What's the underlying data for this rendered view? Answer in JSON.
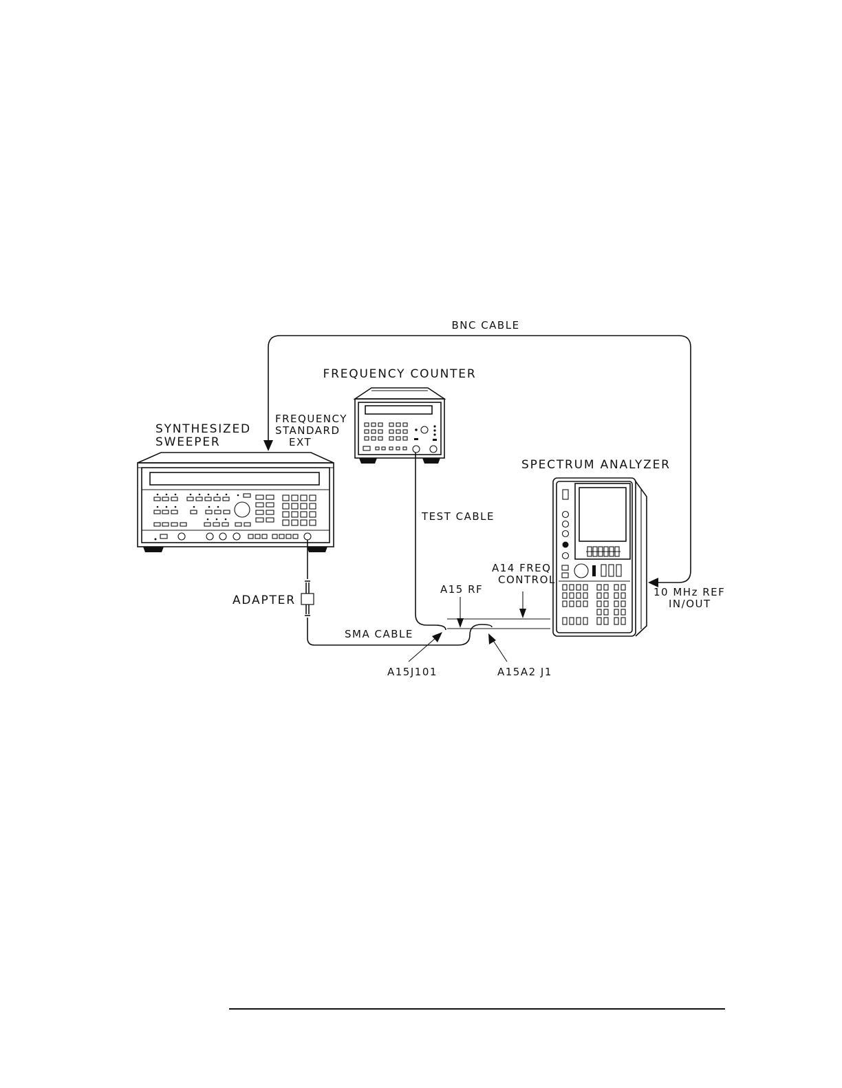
{
  "labels": {
    "bnc_cable": "BNC CABLE",
    "frequency_counter": "FREQUENCY COUNTER",
    "synthesized_line1": "SYNTHESIZED",
    "synthesized_line2": "SWEEPER",
    "freq_std_line1": "FREQUENCY",
    "freq_std_line2": "STANDARD",
    "freq_std_line3": "EXT",
    "spectrum_analyzer": "SPECTRUM ANALYZER",
    "test_cable": "TEST CABLE",
    "a14_line1": "A14 FREQ",
    "a14_line2": "CONTROL",
    "a15_rf": "A15 RF",
    "ref_line1": "10 MHz REF",
    "ref_line2": "IN/OUT",
    "adapter": "ADAPTER",
    "sma_cable": "SMA CABLE",
    "a15j101": "A15J101",
    "a15a2_j1": "A15A2 J1"
  }
}
